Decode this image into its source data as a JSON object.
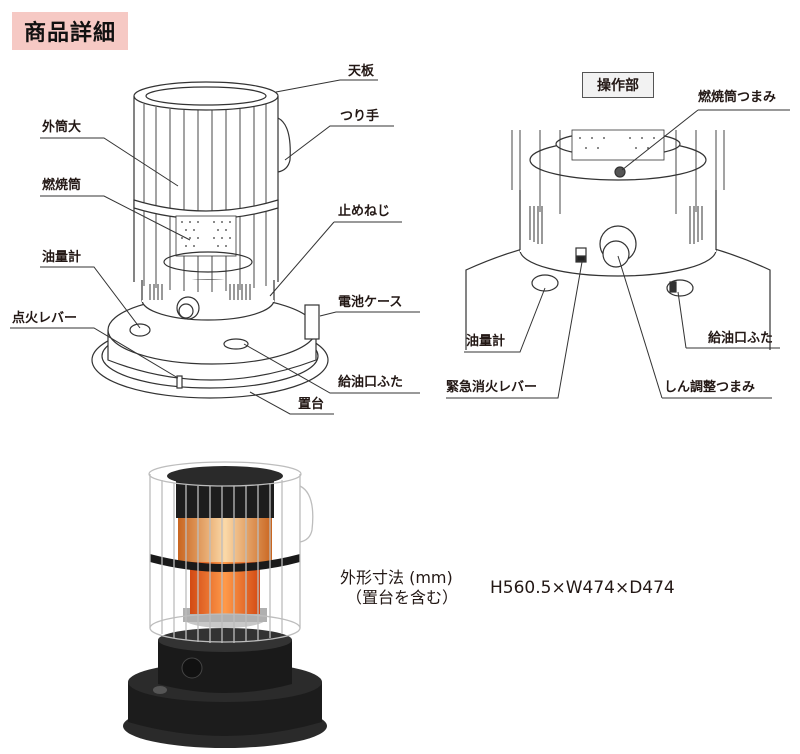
{
  "header": {
    "title": "商品詳細",
    "badge_color": "#f6c9c4"
  },
  "diagram_main": {
    "labels": {
      "top_plate": "天板",
      "outer_cylinder": "外筒大",
      "handle": "つり手",
      "combustion_tube": "燃焼筒",
      "stop_screw": "止めねじ",
      "oil_gauge": "油量計",
      "battery_case": "電池ケース",
      "ignition_lever": "点火レバー",
      "fuel_cap": "給油口ふた",
      "base": "置台"
    }
  },
  "diagram_controls": {
    "section_title": "操作部",
    "labels": {
      "combustion_tube_knob": "燃焼筒つまみ",
      "oil_gauge": "油量計",
      "fuel_cap": "給油口ふた",
      "emergency_lever": "緊急消火レバー",
      "wick_knob": "しん調整つまみ"
    }
  },
  "specs": {
    "dimension_label": "外形寸法 (mm)",
    "dimension_note": "（置台を含む）",
    "dimension_value": "H560.5×W474×D474"
  },
  "colors": {
    "line": "#231815",
    "heater_body": "#1e1e1e",
    "flame_glow": "#f08a3c"
  }
}
